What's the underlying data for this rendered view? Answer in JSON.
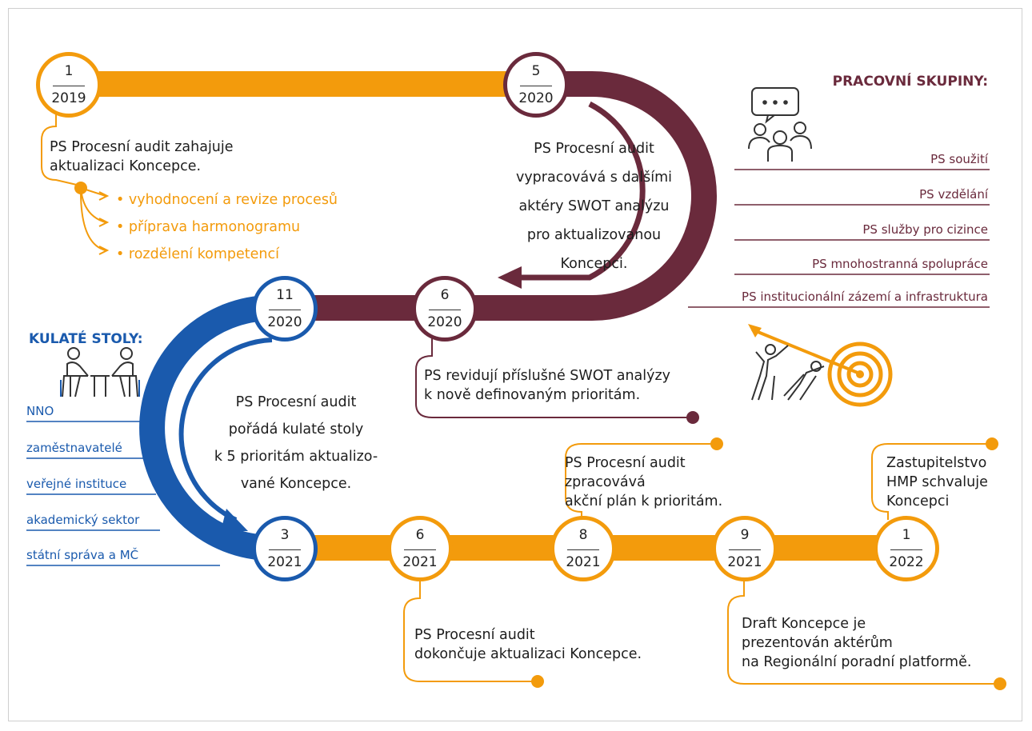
{
  "colors": {
    "orange": "#f39b0c",
    "maroon": "#6a2a3c",
    "blue": "#1a5aad"
  },
  "milestones": [
    {
      "month": "1",
      "year": "2019"
    },
    {
      "month": "5",
      "year": "2020"
    },
    {
      "month": "6",
      "year": "2020"
    },
    {
      "month": "11",
      "year": "2020"
    },
    {
      "month": "3",
      "year": "2021"
    },
    {
      "month": "6",
      "year": "2021"
    },
    {
      "month": "8",
      "year": "2021"
    },
    {
      "month": "9",
      "year": "2021"
    },
    {
      "month": "1",
      "year": "2022"
    }
  ],
  "step1": {
    "line1": "PS Procesní audit zahajuje",
    "line2": "aktualizaci Koncepce.",
    "bullets": [
      "• vyhodnocení a revize procesů",
      "• příprava harmonogramu",
      "• rozdělení kompetencí"
    ]
  },
  "step5": [
    "PS Procesní audit",
    "vypracovává s dalšími",
    "aktéry SWOT analýzu",
    "pro aktualizovanou",
    "Koncepci."
  ],
  "step6": [
    "PS revidují příslušné SWOT analýzy",
    "k nově definovaným prioritám."
  ],
  "step11": [
    "PS Procesní audit",
    "pořádá kulaté stoly",
    "k 5 prioritám aktualizo-",
    "vané Koncepce."
  ],
  "step6_2021": [
    "PS Procesní audit",
    "dokončuje aktualizaci Koncepce."
  ],
  "step8_2021": [
    "PS Procesní audit",
    "zpracovává",
    "akční plán k prioritám."
  ],
  "step9_2021": [
    "Draft Koncepce je",
    "prezentován aktérům",
    "na Regionální poradní platformě."
  ],
  "step1_2022": [
    "Zastupitelstvo",
    "HMP schvaluje",
    "Koncepci"
  ],
  "working_groups": {
    "title": "PRACOVNÍ SKUPINY:",
    "items": [
      "PS soužití",
      "PS vzdělání",
      "PS služby pro cizince",
      "PS mnohostranná spolupráce",
      "PS institucionální zázemí a infrastruktura"
    ]
  },
  "round_tables": {
    "title": "KULATÉ STOLY:",
    "items": [
      "NNO",
      "zaměstnavatelé",
      "veřejné instituce",
      "akademický sektor",
      "státní správa a MČ"
    ]
  }
}
